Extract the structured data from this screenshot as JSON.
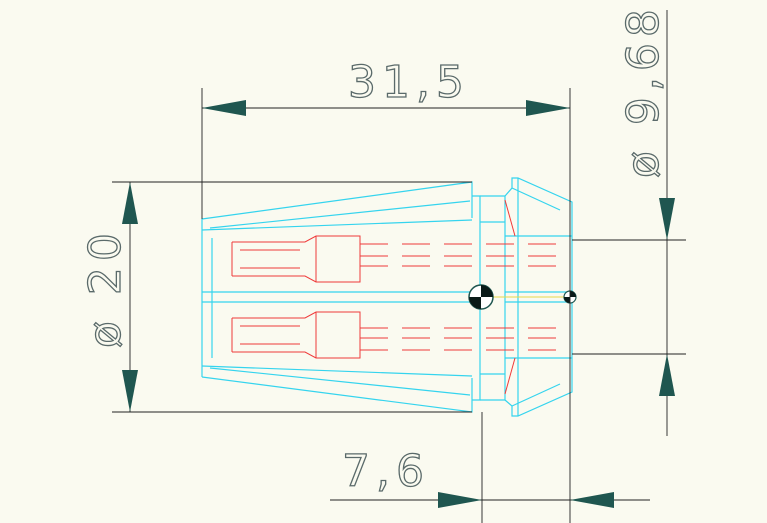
{
  "drawing": {
    "dimensions": {
      "length_total": "31,5",
      "outer_diameter": "ø 20",
      "bore_diameter": "ø 9,68",
      "head_length": "7,6"
    },
    "colors": {
      "outline": "#35d4ee",
      "hidden_lines": "#ef3a3a",
      "dimension_lines": "#222222",
      "arrows": "#1f5650",
      "dimension_text": "#5a6a6a",
      "centerline": "#e8d84a",
      "background": "#fafaf0"
    }
  }
}
